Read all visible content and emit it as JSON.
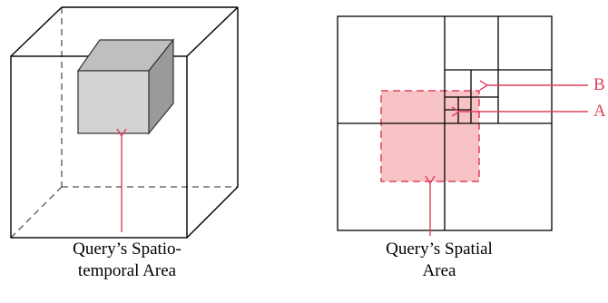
{
  "left_diagram": {
    "caption_line1": "Query’s Spatio-",
    "caption_line2": "temporal Area"
  },
  "right_diagram": {
    "caption_line1": "Query’s Spatial",
    "caption_line2": "Area",
    "point_labels": {
      "b": "B",
      "a": "A"
    }
  },
  "colors": {
    "outline": "#000000",
    "dashed_edge": "#555555",
    "annotation": "#e0405a",
    "query_fill": "#f7b8bd",
    "query_border": "#e0405a",
    "cube_front": "#d3d3d3",
    "cube_top": "#bfbfbf",
    "cube_side": "#9a9a9a"
  }
}
